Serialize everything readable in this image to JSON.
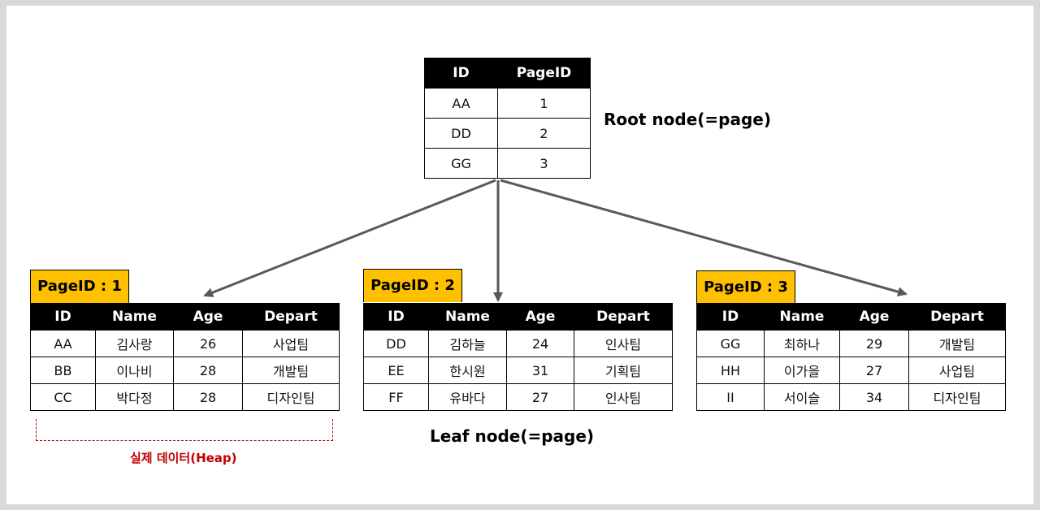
{
  "root": {
    "label": "Root node(=page)",
    "headers": [
      "ID",
      "PageID"
    ],
    "rows": [
      [
        "AA",
        "1"
      ],
      [
        "DD",
        "2"
      ],
      [
        "GG",
        "3"
      ]
    ]
  },
  "leaves": [
    {
      "tag": "PageID : 1",
      "headers": [
        "ID",
        "Name",
        "Age",
        "Depart"
      ],
      "rows": [
        [
          "AA",
          "김사랑",
          "26",
          "사업팀"
        ],
        [
          "BB",
          "이나비",
          "28",
          "개발팀"
        ],
        [
          "CC",
          "박다정",
          "28",
          "디자인팀"
        ]
      ]
    },
    {
      "tag": "PageID : 2",
      "headers": [
        "ID",
        "Name",
        "Age",
        "Depart"
      ],
      "rows": [
        [
          "DD",
          "김하늘",
          "24",
          "인사팀"
        ],
        [
          "EE",
          "한시원",
          "31",
          "기획팀"
        ],
        [
          "FF",
          "유바다",
          "27",
          "인사팀"
        ]
      ]
    },
    {
      "tag": "PageID : 3",
      "headers": [
        "ID",
        "Name",
        "Age",
        "Depart"
      ],
      "rows": [
        [
          "GG",
          "최하나",
          "29",
          "개발팀"
        ],
        [
          "HH",
          "이가을",
          "27",
          "사업팀"
        ],
        [
          "II",
          "서이슬",
          "34",
          "디자인팀"
        ]
      ]
    }
  ],
  "leaf_label": "Leaf node(=page)",
  "heap_label": "실제 데이터(Heap)",
  "colors": {
    "tag": "#ffc000",
    "header": "#000000",
    "arrow": "#595959",
    "heap": "#c00000"
  }
}
